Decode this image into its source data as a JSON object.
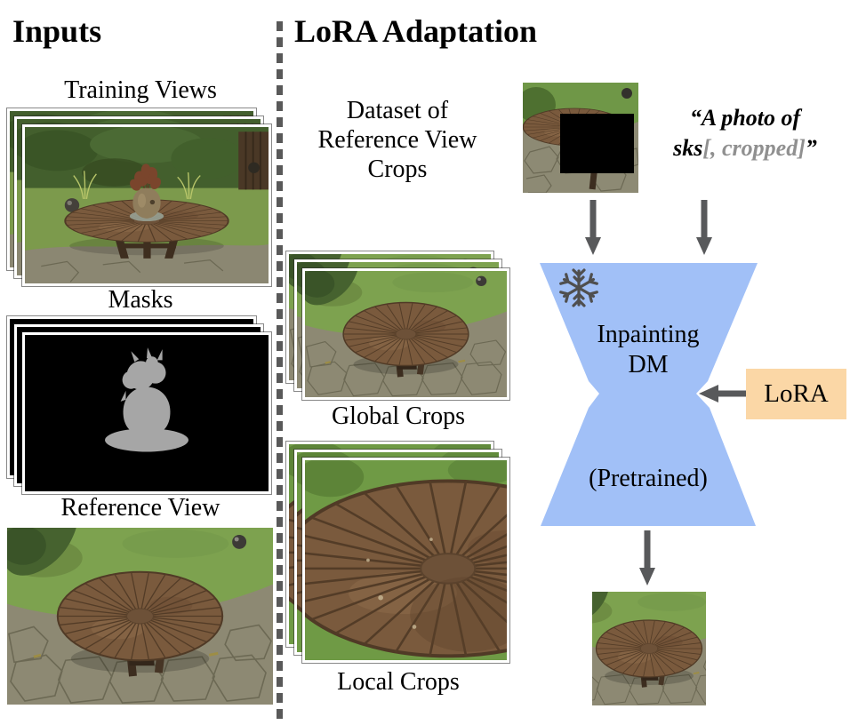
{
  "inputs": {
    "title": "Inputs",
    "training_views_label": "Training Views",
    "masks_label": "Masks",
    "reference_view_label": "Reference View"
  },
  "adaptation": {
    "title": "LoRA Adaptation",
    "dataset_lines": [
      "Dataset of",
      "Reference View",
      "Crops"
    ],
    "global_crops_label": "Global Crops",
    "local_crops_label": "Local Crops"
  },
  "prompt": {
    "line1": "“A photo of",
    "sks": "sks",
    "cropped_suffix": "[, cropped]",
    "close_quote": "”"
  },
  "model": {
    "name_line1": "Inpainting",
    "name_line2": "DM",
    "pretrained": "(Pretrained)",
    "lora_label": "LoRA"
  },
  "icons": {
    "snowflake": "frozen-weights-snowflake",
    "arrows": "flow-arrow"
  },
  "colors": {
    "model_blue": "#a1c0f7",
    "lora_orange": "#fbd7a6",
    "arrow_gray": "#58595b",
    "divider_gray": "#595959",
    "prompt_gray": "#909090",
    "mask_silhouette_gray": "#a6a6a6"
  }
}
